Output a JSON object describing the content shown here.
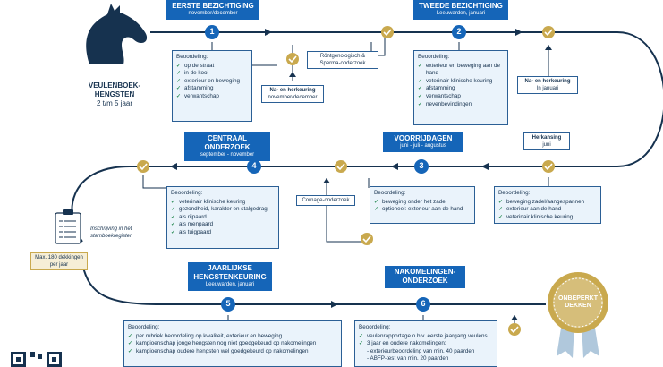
{
  "title": {
    "name": "VEULENBOEK-HENGSTEN",
    "age": "2 t/m 5 jaar"
  },
  "stages": [
    {
      "num": "1",
      "title": "EERSTE BEZICHTIGING",
      "sub": "november/december"
    },
    {
      "num": "2",
      "title": "TWEEDE BEZICHTIGING",
      "sub": "Leeuwarden, januari"
    },
    {
      "num": "3",
      "title": "VOORRIJDAGEN",
      "sub": "juni - juli - augustus"
    },
    {
      "num": "4",
      "title": "CENTRAAL ONDERZOEK",
      "sub": "september - november"
    },
    {
      "num": "5",
      "title": "JAARLIJKSE HENGSTENKEURING",
      "sub": "Leeuwarden, januari"
    },
    {
      "num": "6",
      "title": "NAKOMELINGEN-ONDERZOEK",
      "sub": ""
    }
  ],
  "boxes": {
    "b1": {
      "title": "Beoordeling:",
      "items": [
        "op de straat",
        "in de kooi",
        "exterieur en beweging",
        "afstamming",
        "verwantschap"
      ]
    },
    "b2": {
      "title": "Beoordeling:",
      "items": [
        "exterieur en beweging aan de hand",
        "veterinair klinische keuring",
        "afstamming",
        "verwantschap",
        "nevenbevindingen"
      ]
    },
    "b3": {
      "title": "Beoordeling:",
      "items": [
        "beweging onder het zadel",
        "optioneel: exterieur aan de hand"
      ]
    },
    "b4": {
      "title": "Beoordeling:",
      "items": [
        "veterinair klinische keuring",
        "gezondheid, karakter en stalgedrag",
        "als rijpaard",
        "als menpaard",
        "als tuigpaard"
      ]
    },
    "bh": {
      "title": "Beoordeling:",
      "items": [
        "beweging zadel/aangespannen",
        "exterieur aan de hand",
        "veterinair klinische keuring"
      ]
    },
    "b5": {
      "title": "Beoordeling:",
      "items": [
        "per rubriek beoordeling op kwaliteit, exterieur en beweging",
        "kampioenschap jonge hengsten nog niet goedgekeurd op nakomelingen",
        "kampioenschap oudere hengsten wel goedgekeurd op nakomelingen"
      ]
    },
    "b6": {
      "title": "Beoordeling:",
      "items": [
        "veulenrapportage o.b.v. eerste jaargang veulens",
        "3 jaar en oudere nakomelingen:"
      ],
      "extra": [
        "- exterieurbeoordeling van min. 40 paarden",
        "- ABFP-test van min. 20 paarden"
      ]
    }
  },
  "side": {
    "rontgen": "Röntgenologisch & Sperma-onderzoek",
    "herkeuring1": {
      "title": "Na- en herkeuring",
      "sub": "november/december"
    },
    "herkeuring2": {
      "title": "Na- en herkeuring",
      "sub": "In januari"
    },
    "herkansing": {
      "title": "Herkansing",
      "sub": "juni"
    },
    "cornage": "Cornage-onderzoek",
    "stamboek": "Inschrijving in het stamboekregister",
    "dekkingen": "Max. 180 dekkingen per jaar",
    "seal": "ONBEPERKT DEKKEN"
  },
  "colors": {
    "blue": "#1565b8",
    "navy": "#16324f",
    "gold": "#c9a94e",
    "boxfill": "#eaf3fb"
  }
}
